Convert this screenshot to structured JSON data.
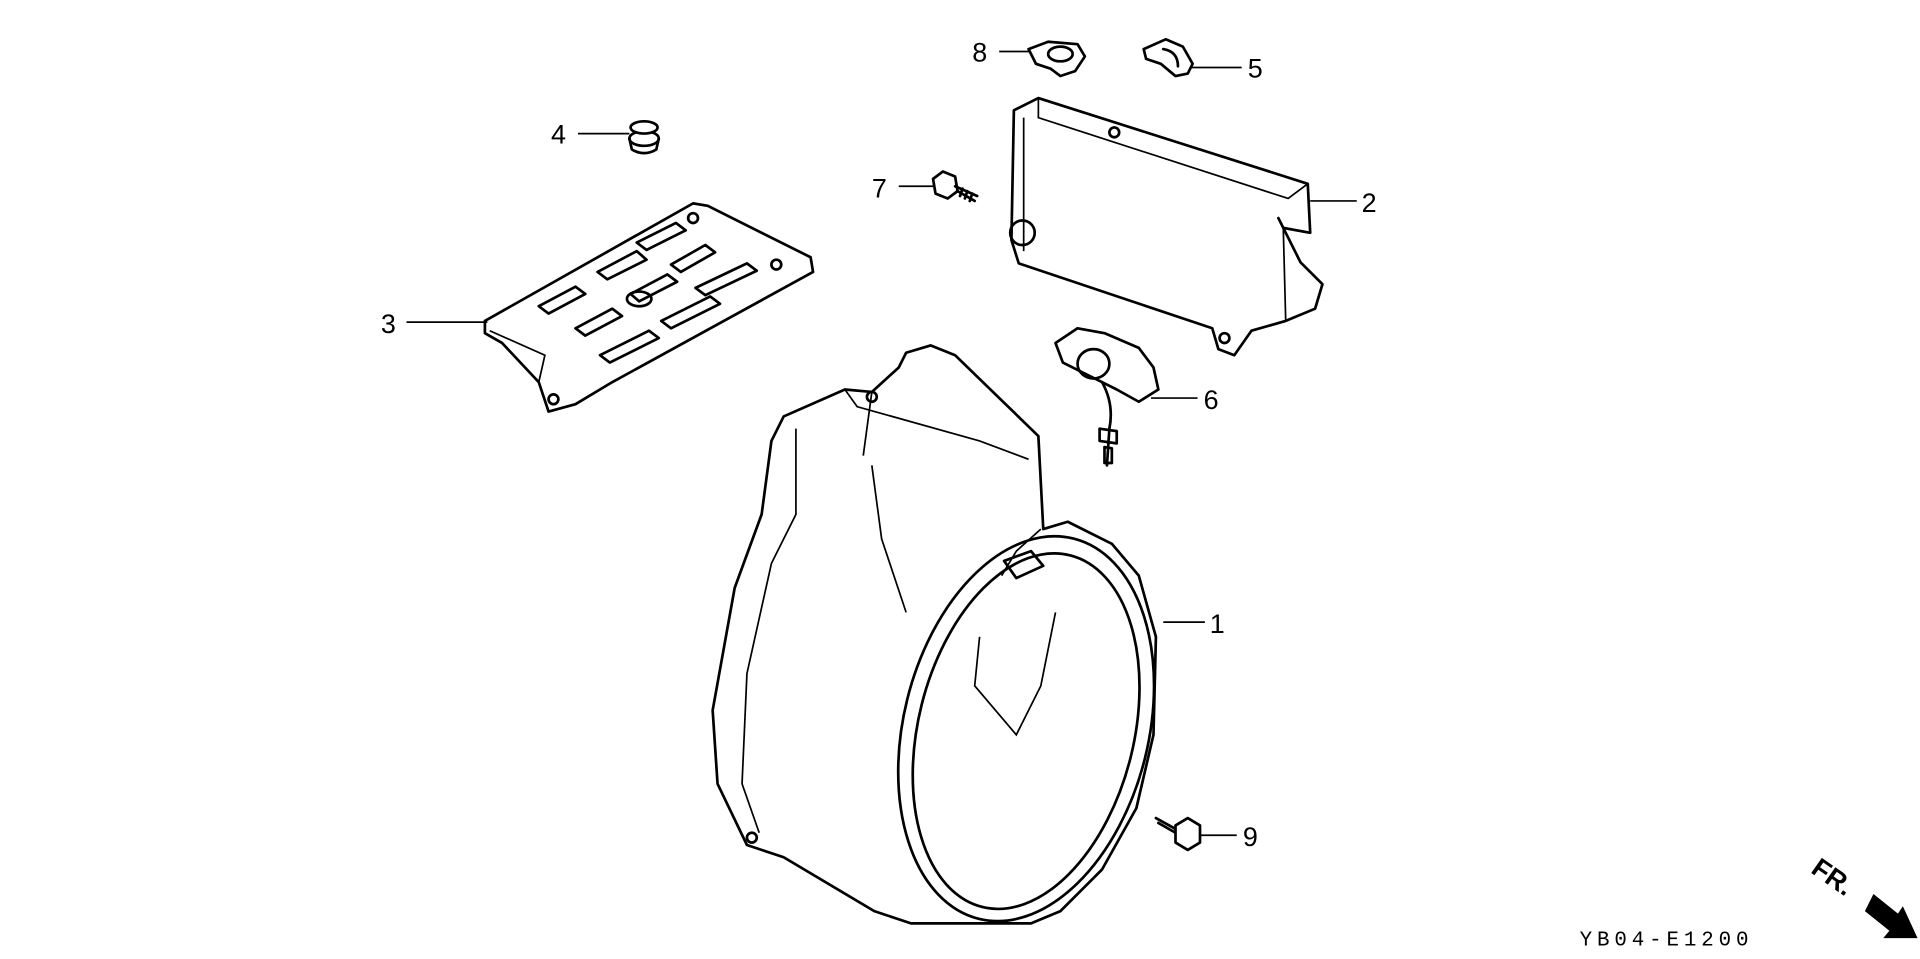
{
  "diagram": {
    "callouts": [
      {
        "id": "1",
        "part": "fan-cover"
      },
      {
        "id": "2",
        "part": "cover-plate"
      },
      {
        "id": "3",
        "part": "shroud-plate"
      },
      {
        "id": "4",
        "part": "grommet"
      },
      {
        "id": "5",
        "part": "clip"
      },
      {
        "id": "6",
        "part": "oil-alert-unit"
      },
      {
        "id": "7",
        "part": "bolt"
      },
      {
        "id": "8",
        "part": "clamp"
      },
      {
        "id": "9",
        "part": "flange-bolt"
      }
    ],
    "diagram_code": "YB04-E1200",
    "direction_label": "FR.",
    "ink_color": "#000000",
    "background_color": "#ffffff"
  }
}
